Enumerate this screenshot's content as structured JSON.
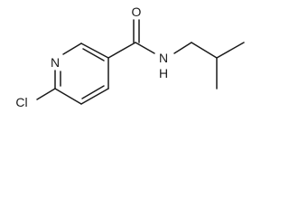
{
  "atoms": {
    "oxygen": "O",
    "amide_nitrogen": "N",
    "amide_hydrogen": "H",
    "ring_nitrogen": "N",
    "chlorine": "Cl"
  },
  "colors": {
    "bond": "#1a1a1a",
    "background": "#ffffff"
  }
}
